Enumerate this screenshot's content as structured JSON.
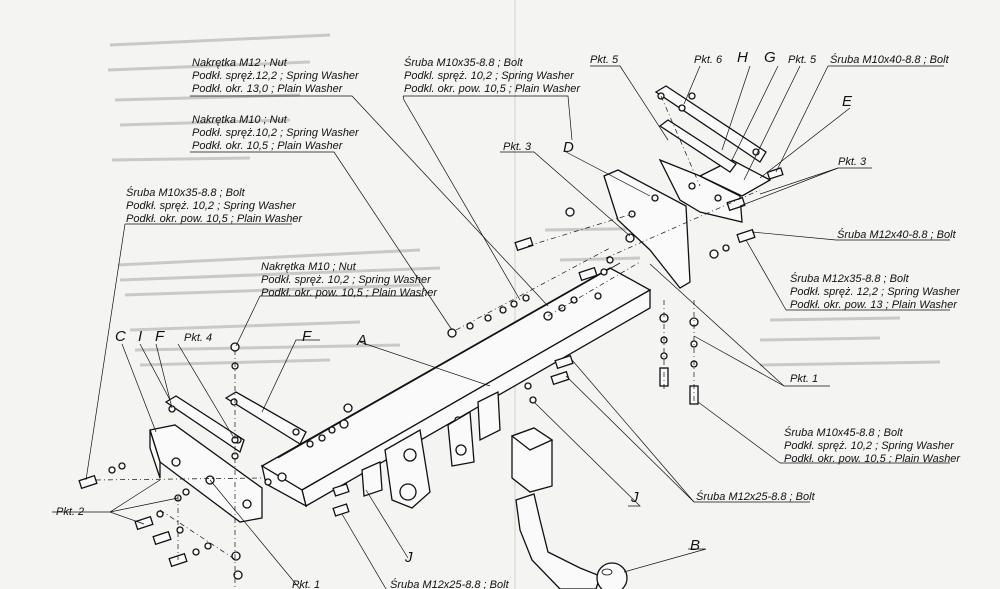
{
  "callouts": {
    "nut_m12": [
      "Nakrętka M12 ; Nut",
      "Podkł. spręż.12,2 ; Spring Washer",
      "Podkł. okr. 13,0 ; Plain Washer"
    ],
    "bolt_m10x35_top": [
      "Śruba M10x35-8.8 ; Bolt",
      "Podkl. spręż. 10,2 ; Spring Washer",
      "Podkl. okr. pow. 10,5 ; Plain Washer"
    ],
    "nut_m10_upper": [
      "Nakrętka M10 ; Nut",
      "Podkł. spręż.10,2 ; Spring Washer",
      "Podkł. okr. 10,5 ; Plain Washer"
    ],
    "bolt_m10x35_left": [
      "Śruba M10x35-8.8 ; Bolt",
      "Podkł. spręż. 10,2 ; Spring Washer",
      "Podkł. okr. pow. 10,5 ; Plain Washer"
    ],
    "nut_m10_lower": [
      "Nakrętka M10 ; Nut",
      "Podkł. spręż. 10,2 ; Spring Washer",
      "Podkł. okr. pow. 10,5 ; Plain Washer"
    ],
    "bolt_m10x40": "Śruba M10x40-8.8 ; Bolt",
    "bolt_m12x40": "Śruba M12x40-8.8 ; Bolt",
    "bolt_m12x35": [
      "Śruba M12x35-8.8 ; Bolt",
      "Podkł. spręż. 12,2 ; Spring Washer",
      "Podkł. okr. pow. 13 ; Plain Washer"
    ],
    "bolt_m10x45": [
      "Śruba M10x45-8.8 ; Bolt",
      "Podkł. spręż. 10,2 ; Spring Washer",
      "Podkł. okr. pow. 10,5 ; Plain Washer"
    ],
    "bolt_m12x25_right": "Śruba M12x25-8.8 ; Bolt",
    "bolt_m12x25_bottom": "Śruba M12x25-8.8 ; Bolt"
  },
  "points": {
    "pkt1_right": "Pkt. 1",
    "pkt1_bottom": "Pkt. 1",
    "pkt2": "Pkt. 2",
    "pkt3_left": "Pkt. 3",
    "pkt3_right": "Pkt. 3",
    "pkt4": "Pkt. 4",
    "pkt5_left": "Pkt. 5",
    "pkt5_right": "Pkt. 5",
    "pkt6": "Pkt. 6"
  },
  "parts": {
    "A": "A",
    "B": "B",
    "C": "C",
    "D": "D",
    "E": "E",
    "F_left": "F",
    "F_right": "F",
    "G": "G",
    "H": "H",
    "I": "I",
    "J_right": "J",
    "J_bottom": "J"
  }
}
